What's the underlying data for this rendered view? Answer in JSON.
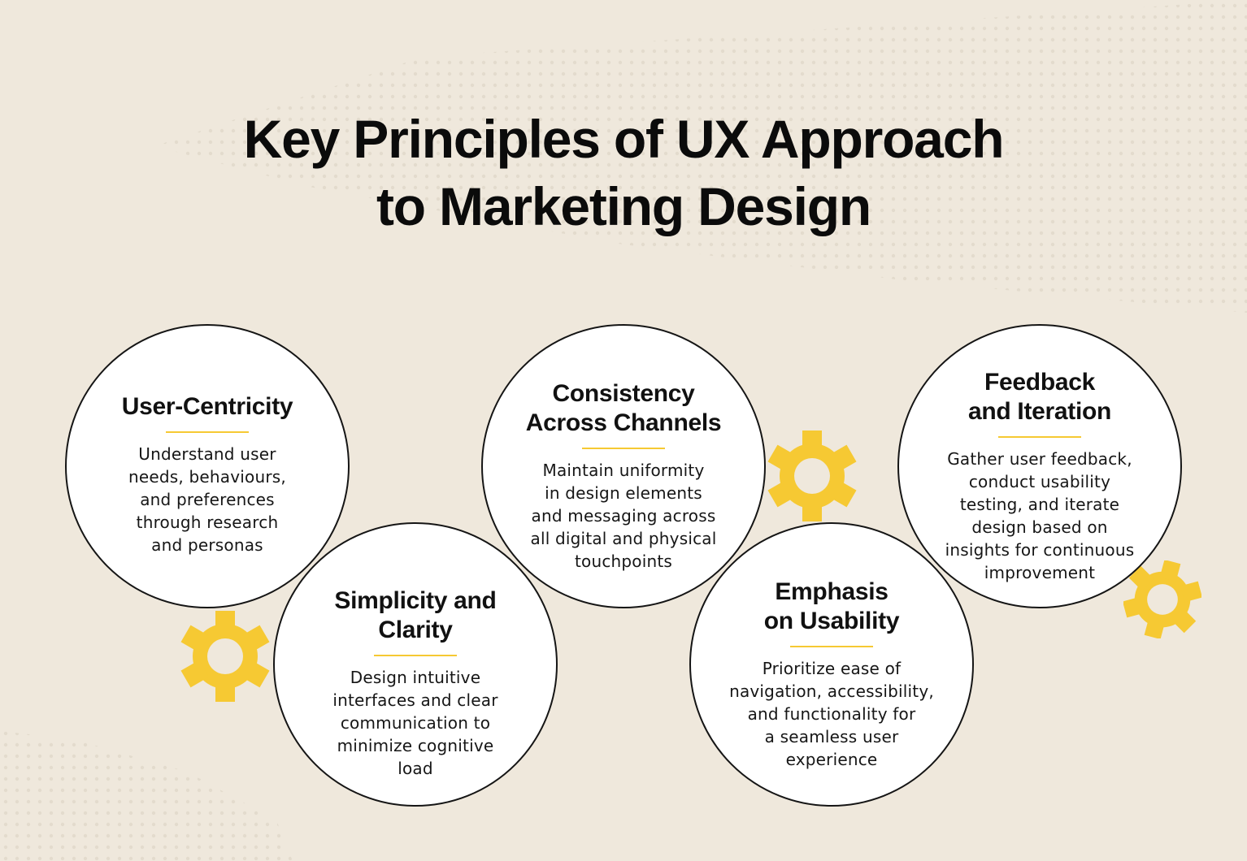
{
  "title": {
    "line1": "Key Principles of UX Approach",
    "line2": "to Marketing Design"
  },
  "colors": {
    "background": "#efe8dc",
    "accent": "#f6c933",
    "circle_fill": "#ffffff",
    "circle_border": "#151515",
    "text": "#111111"
  },
  "principles": [
    {
      "heading": "User-Centricity",
      "description": "Understand user\nneeds, behaviours,\nand preferences\nthrough research\nand personas"
    },
    {
      "heading": "Simplicity and\nClarity",
      "description": "Design intuitive\ninterfaces and clear\ncommunication to\nminimize cognitive\nload"
    },
    {
      "heading": "Consistency\nAcross Channels",
      "description": "Maintain uniformity\nin design elements\nand messaging across\nall digital and physical\ntouchpoints"
    },
    {
      "heading": "Emphasis\non Usability",
      "description": "Prioritize ease of\nnavigation, accessibility,\nand functionality for\na seamless user\nexperience"
    },
    {
      "heading": "Feedback\nand Iteration",
      "description": "Gather user feedback,\nconduct usability\ntesting, and iterate\ndesign based on\ninsights for continuous\nimprovement"
    }
  ],
  "decorations": {
    "gear_icon": "gear-icon"
  }
}
